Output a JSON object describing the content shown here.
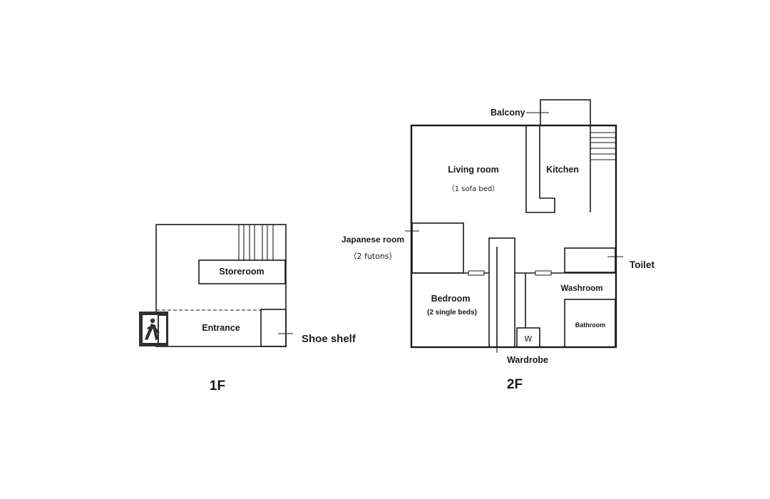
{
  "floor1": {
    "label": "1F",
    "rooms": {
      "storeroom": "Storeroom",
      "entrance": "Entrance",
      "shoe_shelf": "Shoe shelf"
    },
    "exit_icon": "emergency-exit-icon"
  },
  "floor2": {
    "label": "2F",
    "rooms": {
      "balcony": "Balcony",
      "living_room": "Living room",
      "living_room_note": "（1 sofa bed）",
      "kitchen": "Kitchen",
      "japanese_room": "Japanese room",
      "japanese_room_note": "（2 futons）",
      "toilet": "Toilet",
      "bedroom": "Bedroom",
      "bedroom_note": "(2 single beds)",
      "washroom": "Washroom",
      "bathroom": "Bathroom",
      "washer": "W",
      "wardrobe": "Wardrobe"
    }
  },
  "colors": {
    "lines": "#1a1a1a",
    "exit_sign": "#2f2f2f"
  }
}
